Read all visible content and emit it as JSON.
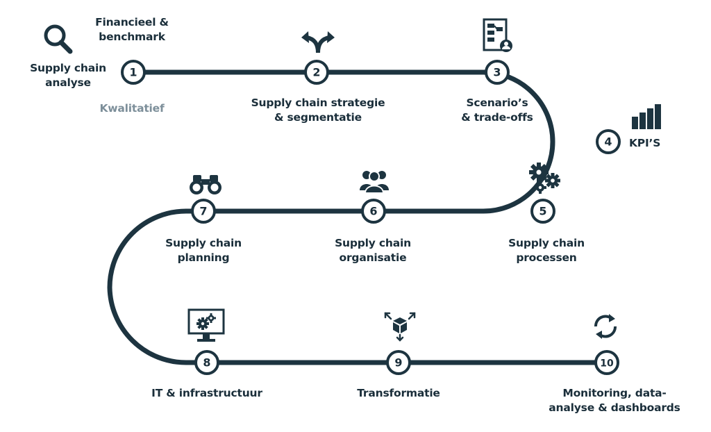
{
  "colors": {
    "line": "#1d3440",
    "text": "#1a2e3a",
    "muted": "#7d8f9a",
    "node_fill": "#ffffff"
  },
  "steps": [
    {
      "number": "1",
      "label": "Supply chain\nanalyse",
      "icon": "magnifier-icon"
    },
    {
      "number": "2",
      "label": "Supply chain strategie\n& segmentatie",
      "icon": "fork-arrows-icon"
    },
    {
      "number": "3",
      "label": "Scenario’s\n& trade-offs",
      "icon": "flowchart-document-icon"
    },
    {
      "number": "4",
      "label": "KPI’S",
      "icon": "bar-chart-icon"
    },
    {
      "number": "5",
      "label": "Supply chain\nprocessen",
      "icon": "gears-icon"
    },
    {
      "number": "6",
      "label": "Supply chain\norganisatie",
      "icon": "people-group-icon"
    },
    {
      "number": "7",
      "label": "Supply chain\nplanning",
      "icon": "binoculars-icon"
    },
    {
      "number": "8",
      "label": "IT & infrastructuur",
      "icon": "monitor-gears-icon"
    },
    {
      "number": "9",
      "label": "Transformatie",
      "icon": "transform-cube-icon"
    },
    {
      "number": "10",
      "label": "Monitoring, data-\nanalyse & dashboards",
      "icon": "refresh-cycle-icon"
    }
  ],
  "sub_labels": {
    "financial": "Financieel &\nbenchmark",
    "qualitative": "Kwalitatief"
  }
}
